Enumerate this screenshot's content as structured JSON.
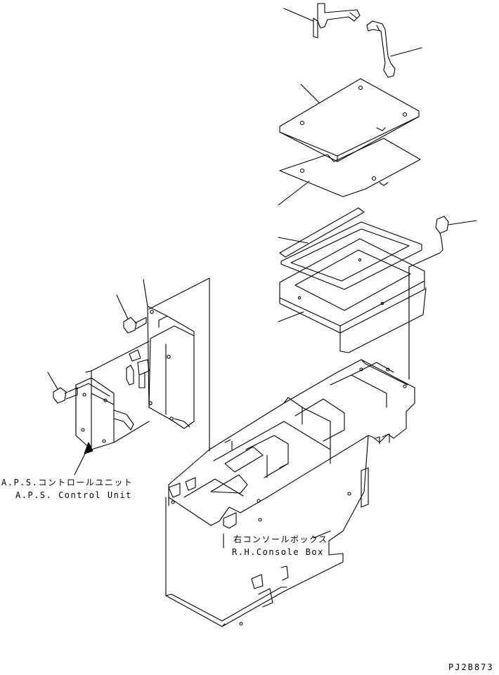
{
  "labels": {
    "aps_jp": "A.P.S.コントロールユニット",
    "aps_en": "A.P.S. Control Unit",
    "console_jp": "右コンソールボックス",
    "console_en": "R.H.Console Box",
    "drawing_code": "PJ2B873"
  }
}
